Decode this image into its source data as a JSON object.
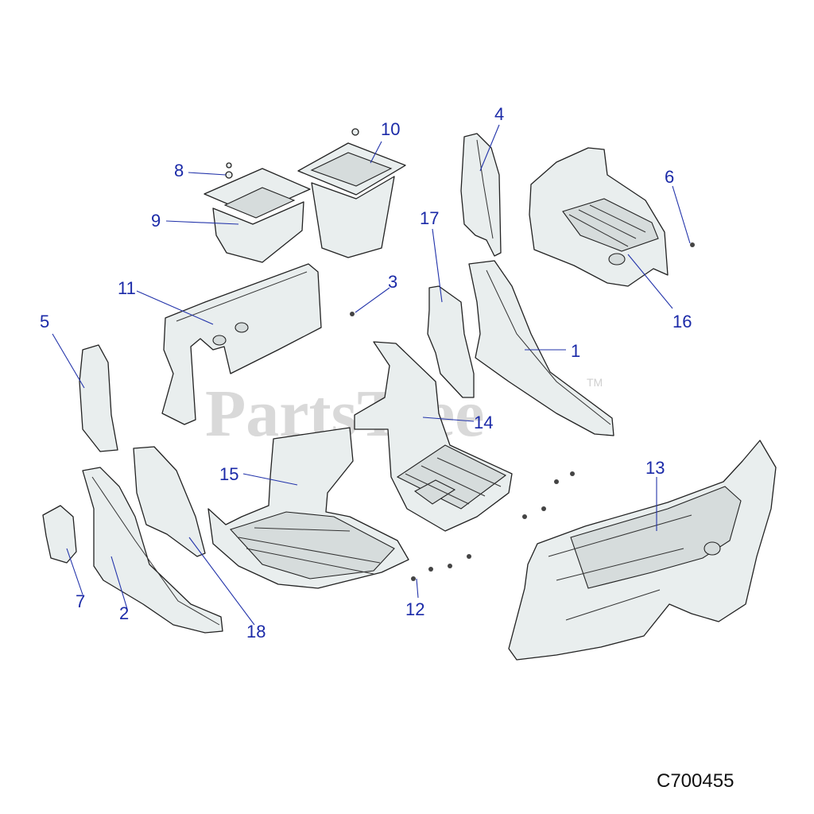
{
  "watermark": {
    "text": "PartsTree",
    "tm": "TM"
  },
  "diagram_code": "C700455",
  "callouts": [
    {
      "label": "1"
    },
    {
      "label": "2"
    },
    {
      "label": "3"
    },
    {
      "label": "4"
    },
    {
      "label": "5"
    },
    {
      "label": "6"
    },
    {
      "label": "7"
    },
    {
      "label": "8"
    },
    {
      "label": "9"
    },
    {
      "label": "10"
    },
    {
      "label": "11"
    },
    {
      "label": "12"
    },
    {
      "label": "13"
    },
    {
      "label": "14"
    },
    {
      "label": "15"
    },
    {
      "label": "16"
    },
    {
      "label": "17"
    },
    {
      "label": "18"
    }
  ],
  "colors": {
    "callout": "#1b2aa8",
    "part_fill": "#e9eeee",
    "outline": "#222222"
  }
}
